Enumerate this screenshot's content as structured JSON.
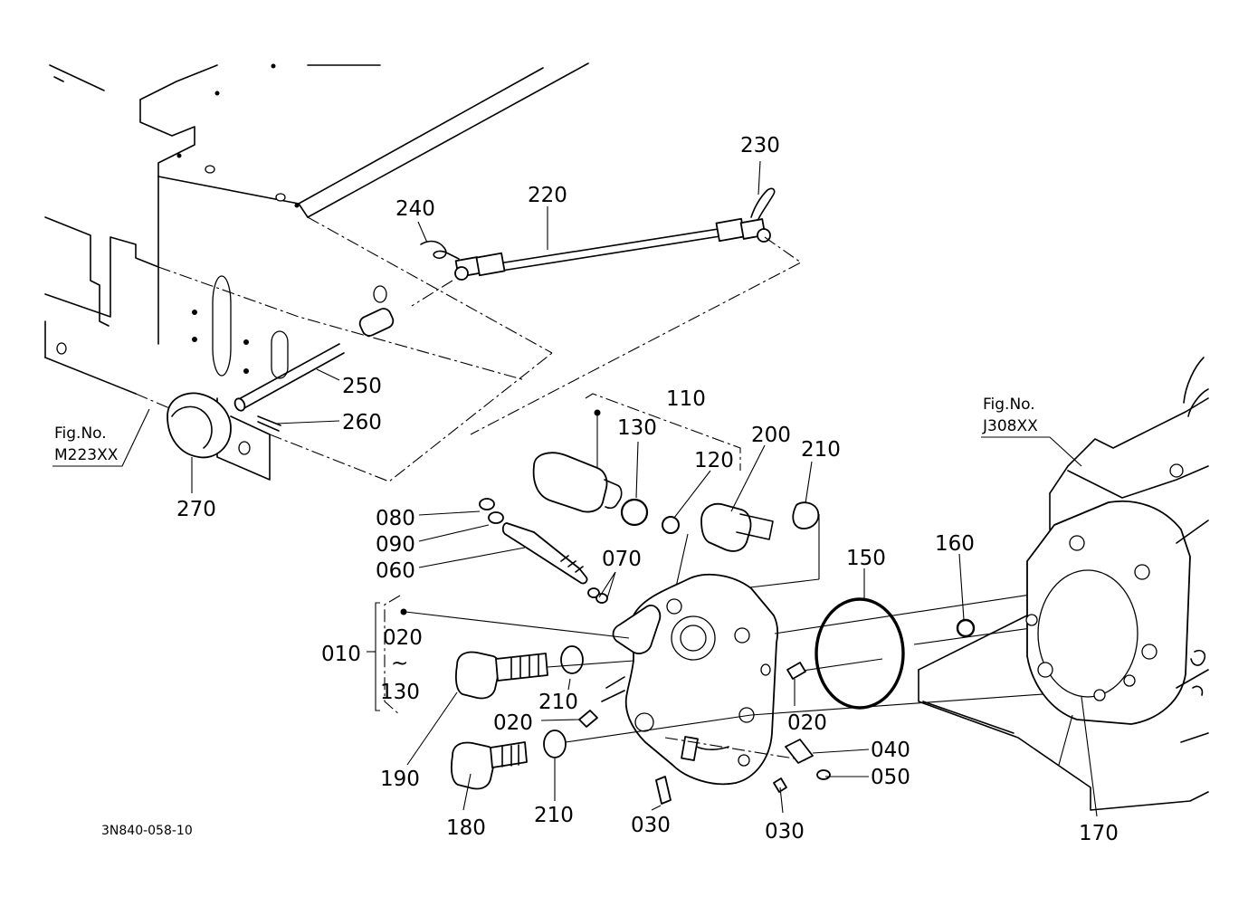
{
  "drawing_code": "3N840-058-10",
  "fig_refs": [
    {
      "line1": "Fig.No.",
      "line2": "M223XX"
    },
    {
      "line1": "Fig.No.",
      "line2": "J308XX"
    }
  ],
  "callouts": {
    "p230": "230",
    "p220": "220",
    "p240": "240",
    "p250": "250",
    "p260": "260",
    "p270": "270",
    "p110": "110",
    "p130": "130",
    "p120": "120",
    "p200": "200",
    "p210a": "210",
    "p080": "080",
    "p090": "090",
    "p060": "060",
    "p070": "070",
    "p150": "150",
    "p160": "160",
    "p010": "010",
    "p020a": "020",
    "tilde": "~",
    "p130b": "130",
    "p210b": "210",
    "p020b": "020",
    "p020c": "020",
    "p040": "040",
    "p050": "050",
    "p190": "190",
    "p180": "180",
    "p210c": "210",
    "p030a": "030",
    "p030b": "030",
    "p170": "170"
  }
}
